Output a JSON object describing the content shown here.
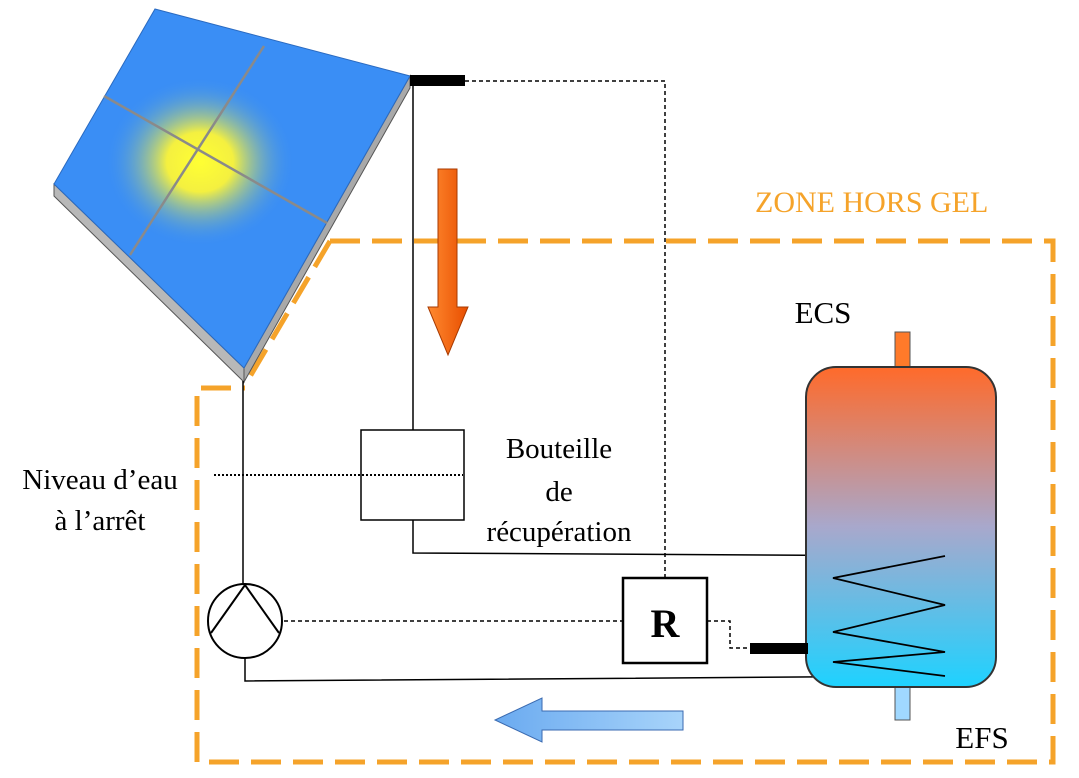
{
  "labels": {
    "zone": "ZONE HORS GEL",
    "ecs": "ECS",
    "efs": "EFS",
    "bottle_line1": "Bouteille",
    "bottle_line2": "de",
    "bottle_line3": "récupération",
    "water_level_line1": "Niveau d’eau",
    "water_level_line2": "à l’arrêt",
    "regulator": "R"
  },
  "colors": {
    "zone_border": "#f5a32a",
    "zone_text": "#f5a32a",
    "panel_blue": "#3a8ef5",
    "panel_edge": "#aaaaaa",
    "sun_yellow": "#ffff33",
    "hot_arrow": "#ff6a14",
    "cold_arrow": "#8cc4f5",
    "tank_top": "#ff6a2a",
    "tank_middle": "#a0a8d0",
    "tank_bottom": "#1ed2ff",
    "sensor": "#000000"
  },
  "icons": {
    "solar_panel": "solar-panel-icon",
    "pump": "pump-icon",
    "hot_flow_arrow": "arrow-down-icon",
    "cold_flow_arrow": "arrow-left-icon"
  }
}
